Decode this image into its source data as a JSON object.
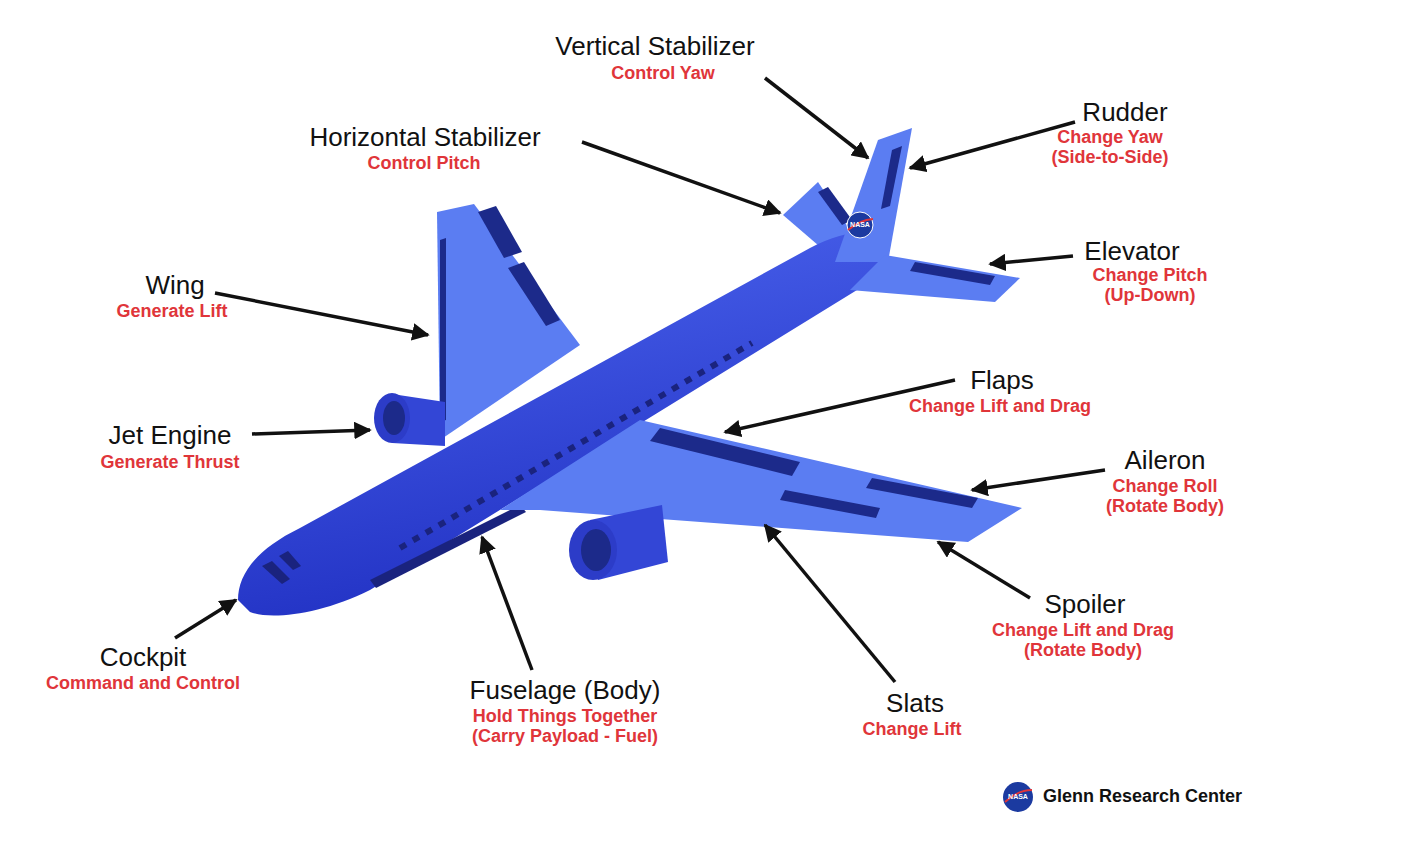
{
  "diagram": {
    "labels": [
      "Vertical Stabilizer",
      "Control Yaw",
      "Rudder",
      "Change Yaw (Side-to-Side)",
      "Horizontal Stabilizer",
      "Control Pitch",
      "NASA",
      "Elevator",
      "Change Pitch (Up-Down)",
      "Wing",
      "Generate Lift",
      "Flaps",
      "Change Lift and Drag",
      "Jet Engine",
      "Generate Thrust",
      "Aileron",
      "Change Roll (Rotate Body)",
      "Spoiler",
      "Change Lift and Drag (Rotate Body)",
      "Cockpit",
      "Command and Control",
      "Fuselage (Body)",
      "Hold Things Together (Carry Payload - Fuel)",
      "Slats",
      "Change Lift",
      "NASA",
      "Glenn Research Center"
    ]
  }
}
